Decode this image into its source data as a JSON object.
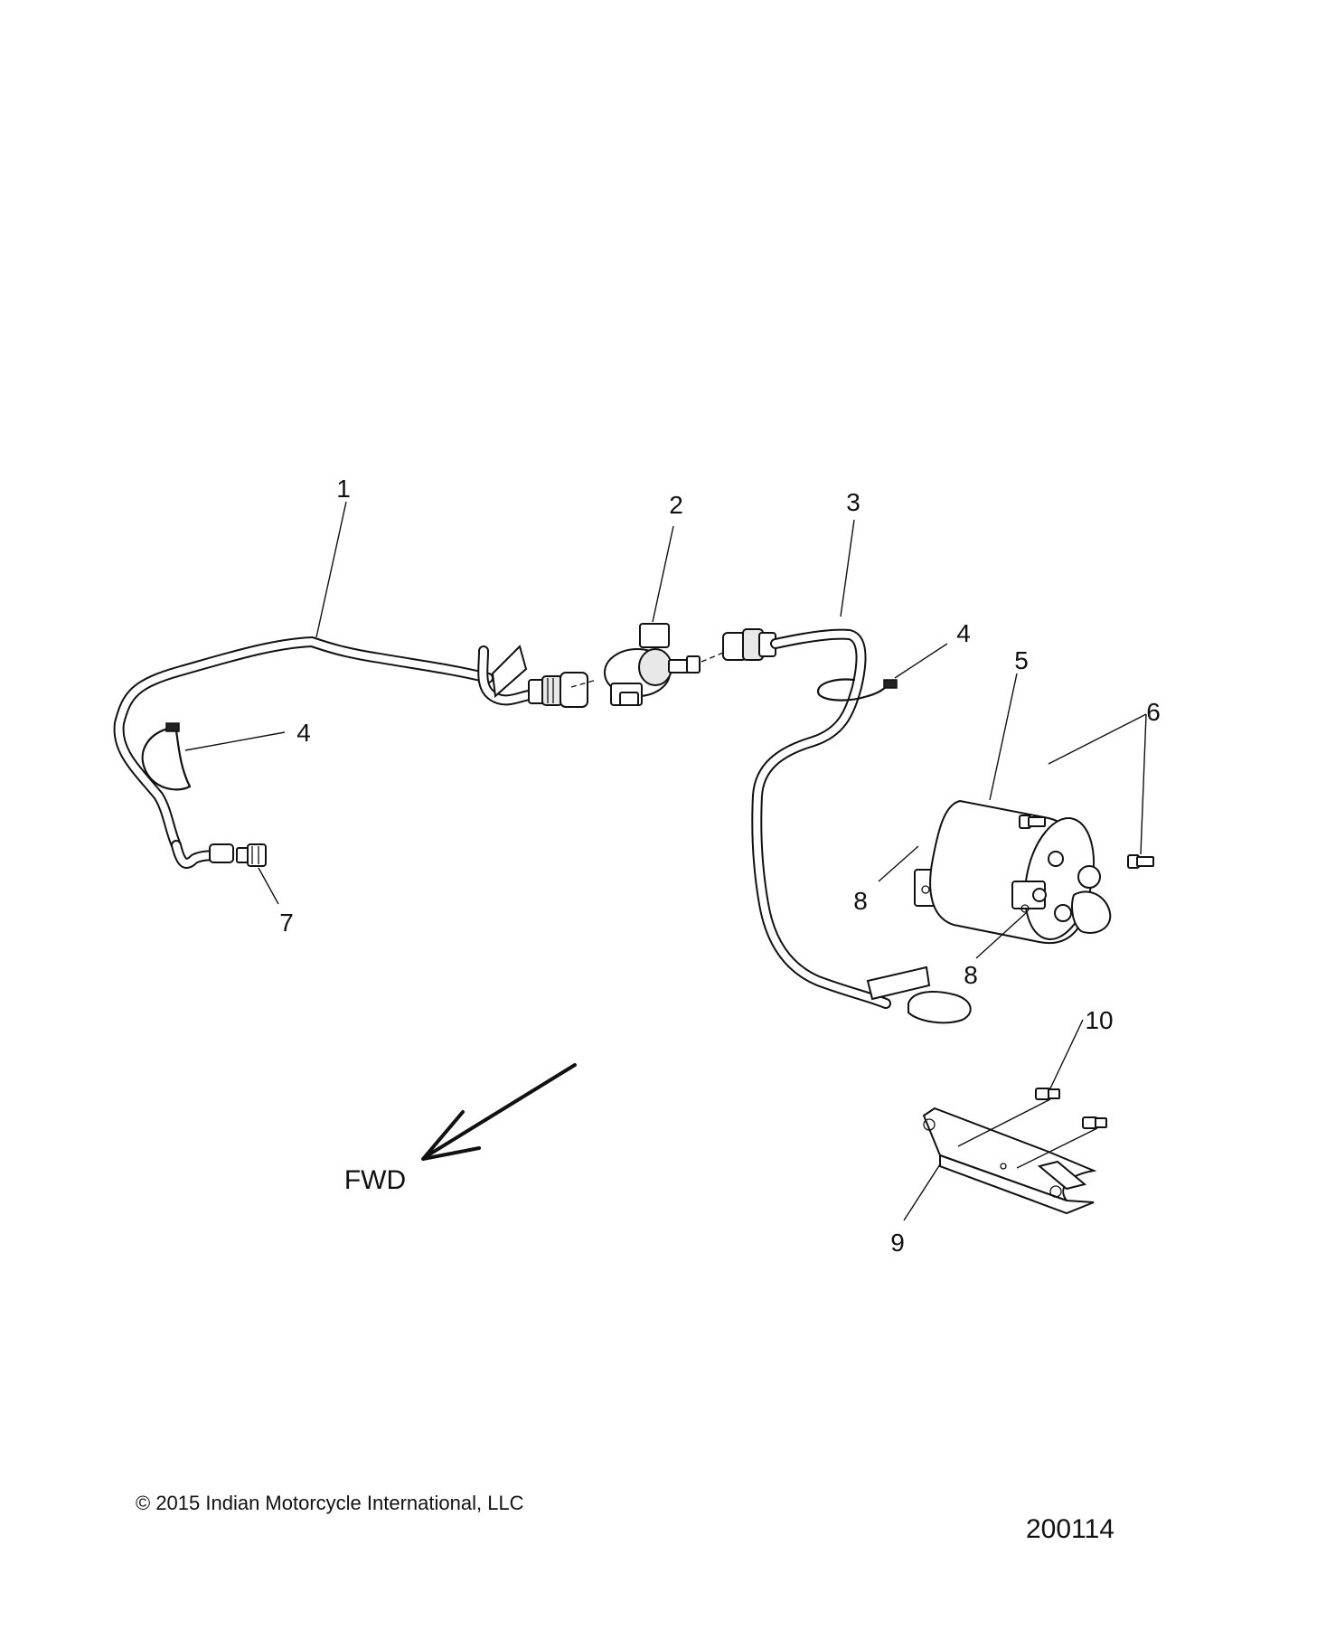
{
  "callouts": [
    {
      "id": "1",
      "label": "1"
    },
    {
      "id": "2",
      "label": "2"
    },
    {
      "id": "3",
      "label": "3"
    },
    {
      "id": "4a",
      "label": "4"
    },
    {
      "id": "4b",
      "label": "4"
    },
    {
      "id": "5",
      "label": "5"
    },
    {
      "id": "6",
      "label": "6"
    },
    {
      "id": "7",
      "label": "7"
    },
    {
      "id": "8a",
      "label": "8"
    },
    {
      "id": "8b",
      "label": "8"
    },
    {
      "id": "9",
      "label": "9"
    },
    {
      "id": "10",
      "label": "10"
    }
  ],
  "direction": {
    "label": "FWD"
  },
  "footer": {
    "copyright": "© 2015 Indian Motorcycle International, LLC",
    "drawing_number": "200114"
  }
}
